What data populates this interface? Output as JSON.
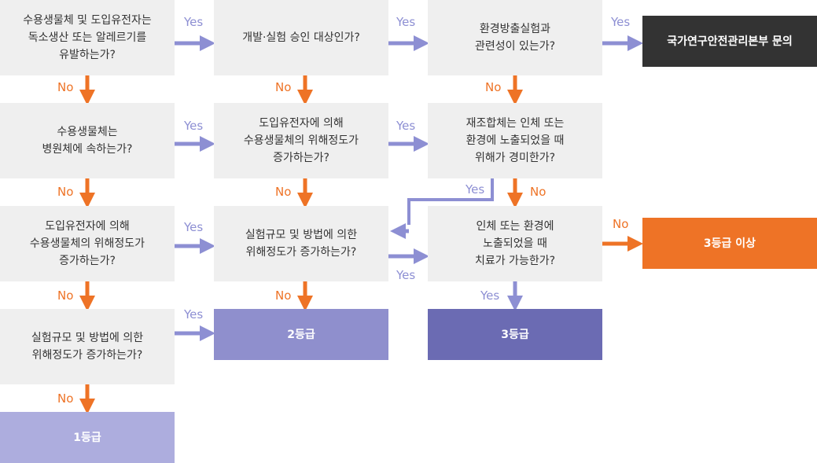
{
  "colors": {
    "box_gray": "#efefef",
    "orange": "#ee7326",
    "purple": "#8d8fd3",
    "dark": "#333333",
    "grade1": "#adadde",
    "grade2": "#8f8fcd",
    "grade3": "#6b6bb3",
    "grade3plus": "#ee7326"
  },
  "boxes": {
    "c1_q1": "수용생물체 및 도입유전자는\n독소생산 또는 알레르기를\n유발하는가?",
    "c1_q2": "수용생물체는\n병원체에 속하는가?",
    "c1_q3": "도입유전자에 의해\n수용생물체의 위해정도가\n증가하는가?",
    "c1_q4": "실험규모 및 방법에 의한\n위해정도가 증가하는가?",
    "c1_grade": "1등급",
    "c2_q1": "개발·실험 승인 대상인가?",
    "c2_q2": "도입유전자에 의해\n수용생물체의 위해정도가\n증가하는가?",
    "c2_q3": "실험규모 및 방법에 의한\n위해정도가 증가하는가?",
    "c2_grade": "2등급",
    "c3_q1": "환경방출실험과\n관련성이 있는가?",
    "c3_q2": "재조합체는 인체 또는\n환경에 노출되었을 때\n위해가 경미한가?",
    "c3_q3": "인체 또는 환경에\n노출되었을 때\n치료가 가능한가?",
    "c3_grade": "3등급",
    "c4_contact": "국가연구안전관리본부 문의",
    "c4_grade": "3등급 이상"
  },
  "labels": {
    "yes": "Yes",
    "no": "No"
  }
}
